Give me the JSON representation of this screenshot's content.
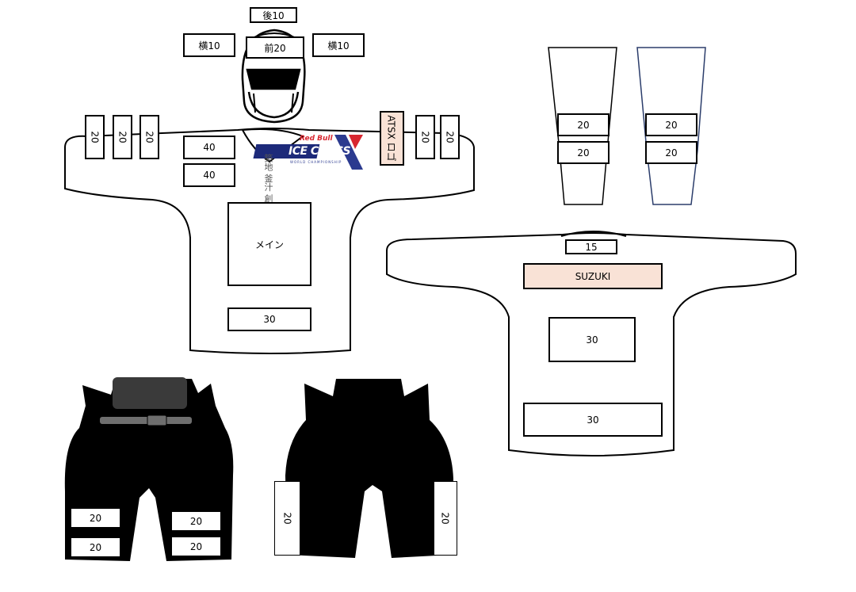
{
  "helmet": {
    "back": "後10",
    "front": "前20",
    "side_left": "横10",
    "side_right": "横10"
  },
  "front_jersey": {
    "sleeve_left": [
      "20",
      "20",
      "20"
    ],
    "sleeve_right": [
      "20",
      "20"
    ],
    "chest_top": "40",
    "chest_bottom": "40",
    "atsx_logo": "ATSX ロゴ",
    "sponsor_text": "築地 釜汁 創作所",
    "main": "メイン",
    "lower": "30",
    "event_logo": {
      "line1": "Red Bull",
      "line2": "ICE CROSS",
      "line3": "WORLD CHAMPIONSHIP"
    }
  },
  "socks": {
    "left": [
      "20",
      "20"
    ],
    "right": [
      "20",
      "20"
    ],
    "colors": {
      "left": "#000000",
      "right": "#2b3d6b"
    }
  },
  "back_jersey": {
    "number_top": "15",
    "name": "SUZUKI",
    "mid": "30",
    "low": "30"
  },
  "pants_front": {
    "left": [
      "20",
      "20"
    ],
    "right": [
      "20",
      "20"
    ]
  },
  "pants_back": {
    "left": "20",
    "right": "20"
  },
  "colors": {
    "peach": "#f9e2d6",
    "belt": "#6e6e6e",
    "waistband": "#3a3a3a"
  }
}
